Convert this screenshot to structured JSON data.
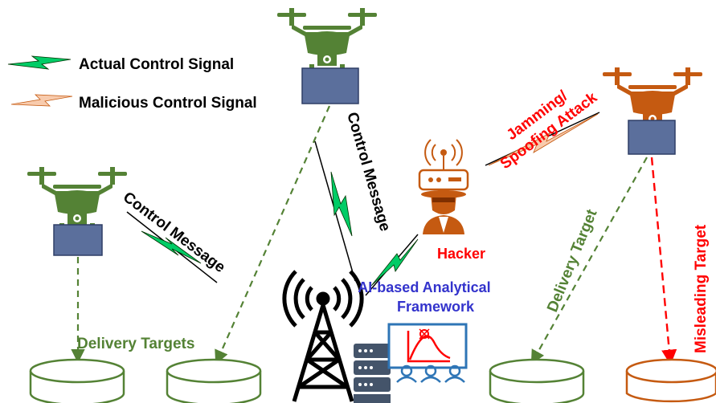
{
  "legend": {
    "actual": "Actual Control Signal",
    "malicious": "Malicious Control Signal"
  },
  "labels": {
    "control_message_left": "Control Message",
    "control_message_center": "Control Message",
    "jamming_line1": "Jamming/",
    "jamming_line2": "Spoofing Attack",
    "hacker": "Hacker",
    "ai_line1": "AI-based Analytical",
    "ai_line2": "Framework",
    "delivery_targets": "Delivery Targets",
    "delivery_target": "Delivery Target",
    "misleading_target": "Misleading Target"
  },
  "colors": {
    "drone_green": "#548235",
    "drone_orange": "#c55a11",
    "package_blue": "#5b6f9c",
    "signal_green": "#00cc66",
    "signal_orange": "#f4b183",
    "red_text": "#ff0000",
    "blue_text": "#3333cc",
    "green_text": "#548235"
  },
  "icons": [
    "drone-icon",
    "cell-tower-icon",
    "server-icon",
    "hacker-icon",
    "analytics-dashboard-icon",
    "landing-pad-icon",
    "lightning-signal-icon"
  ]
}
